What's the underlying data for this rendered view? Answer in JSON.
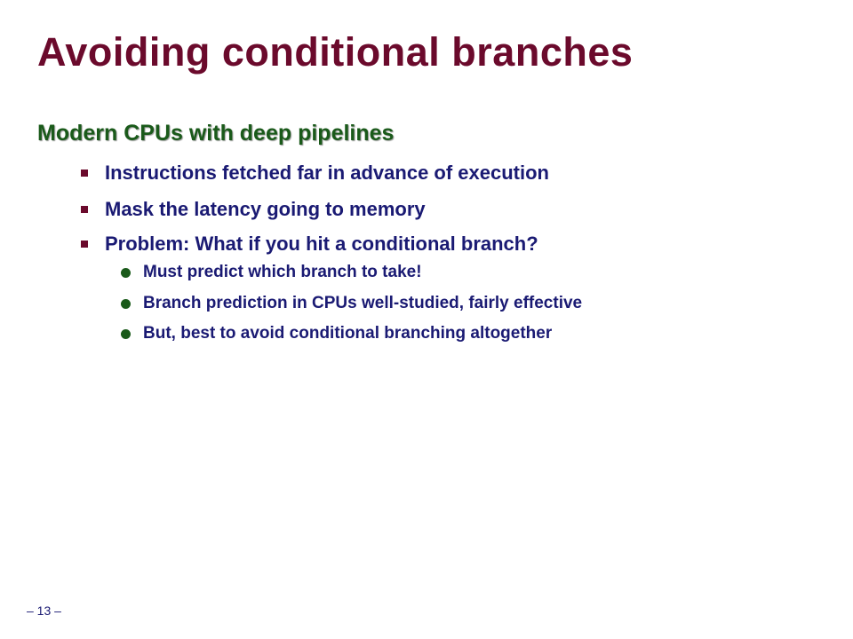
{
  "slide": {
    "title": "Avoiding conditional branches",
    "heading": "Modern CPUs with deep pipelines",
    "bullets": [
      {
        "text": "Instructions fetched far in advance of execution"
      },
      {
        "text": "Mask the latency going to memory"
      },
      {
        "text": "Problem: What if you hit a conditional branch?",
        "sub": [
          {
            "text": "Must predict which branch to take!"
          },
          {
            "text": "Branch prediction in CPUs well-studied, fairly effective"
          },
          {
            "text": "But, best to avoid conditional branching altogether"
          }
        ]
      }
    ],
    "page_number": "– 13 –"
  },
  "colors": {
    "title": "#6b0a2c",
    "heading": "#1a5a1a",
    "body_text": "#1a1a73",
    "square_bullet": "#6b0a2c",
    "dot_bullet": "#1a5a1a"
  }
}
